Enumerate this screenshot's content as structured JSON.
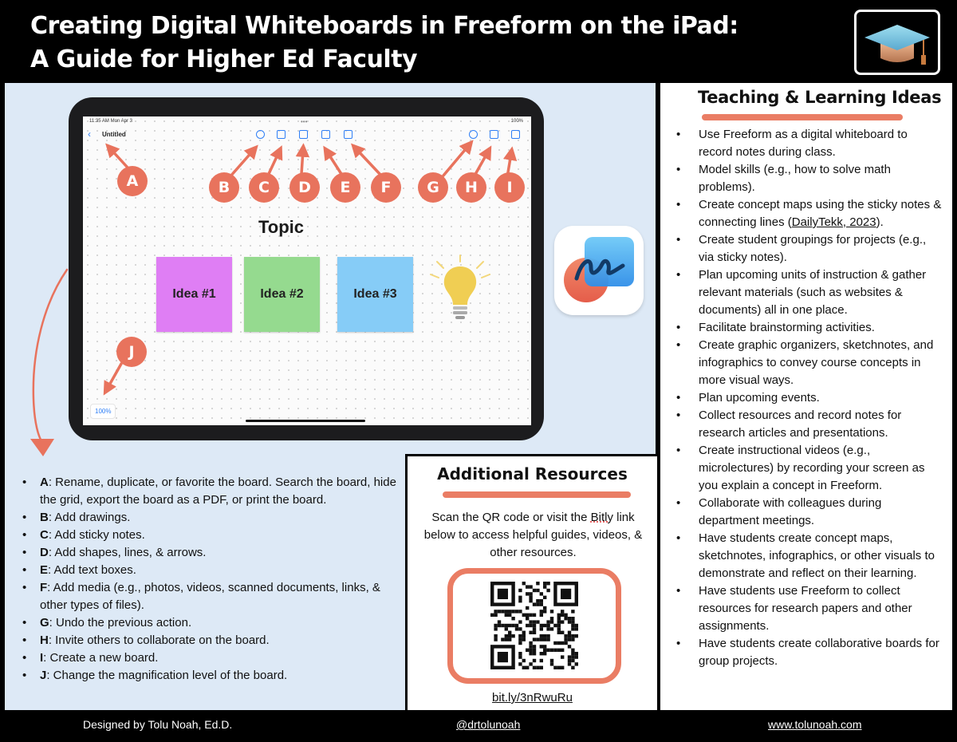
{
  "header": {
    "title_line1": "Creating Digital Whiteboards in Freeform on the iPad:",
    "title_line2": "A Guide for Higher Ed Faculty",
    "logo_icon": "graduation-cap-icon"
  },
  "ipad": {
    "status_time": "11:35 AM   Mon Apr 3",
    "status_right": "100%",
    "board_name": "Untitled",
    "topic": "Topic",
    "notes": [
      {
        "label": "Idea #1",
        "color": "#df7ef4"
      },
      {
        "label": "Idea #2",
        "color": "#95da8f"
      },
      {
        "label": "Idea #3",
        "color": "#86ccf7"
      }
    ],
    "zoom": "100%"
  },
  "badges": [
    "A",
    "B",
    "C",
    "D",
    "E",
    "F",
    "G",
    "H",
    "I",
    "J"
  ],
  "legend": [
    {
      "key": "A",
      "text": ": Rename, duplicate, or favorite the board. Search the board, hide the grid, export the board as a PDF, or print the board."
    },
    {
      "key": "B",
      "text": ": Add drawings."
    },
    {
      "key": "C",
      "text": ": Add sticky notes."
    },
    {
      "key": "D",
      "text": ": Add shapes, lines, & arrows."
    },
    {
      "key": "E",
      "text": ": Add text boxes."
    },
    {
      "key": "F",
      "text": ": Add media (e.g., photos, videos, scanned documents, links, & other types of files)."
    },
    {
      "key": "G",
      "text": ": Undo the previous action."
    },
    {
      "key": "H",
      "text": ": Invite others to collaborate on the board."
    },
    {
      "key": "I",
      "text": ": Create a new board."
    },
    {
      "key": "J",
      "text": ": Change the magnification level of the board."
    }
  ],
  "ideas": {
    "title": "Teaching & Learning Ideas",
    "items": [
      "Use Freeform as a digital whiteboard to record notes during class.",
      "Model skills (e.g., how to solve math problems).",
      "Create concept maps using the sticky notes & connecting lines (",
      "Create student groupings for projects (e.g., via sticky notes).",
      "Plan upcoming units of instruction & gather relevant materials (such as websites & documents) all in one place.",
      "Facilitate brainstorming activities.",
      "Create graphic organizers, sketchnotes, and infographics to convey course concepts in more visual ways.",
      "Plan upcoming events.",
      "Collect resources and record notes for research articles and presentations.",
      "Create instructional videos (e.g., microlectures) by recording your screen as you explain a concept in Freeform.",
      "Collaborate with colleagues during department meetings.",
      "Have students create concept maps, sketchnotes, infographics, or other visuals to demonstrate and reflect on their learning.",
      "Have students use Freeform to collect resources for research papers and other assignments.",
      "Have students create collaborative boards for group projects."
    ],
    "citation_link": "DailyTekk, 2023",
    "citation_tail": ")."
  },
  "resources": {
    "title": "Additional Resources",
    "text_before": "Scan the QR code or visit the ",
    "bitly_word": "Bitly",
    "text_after": " link below to access helpful guides, videos, & other resources.",
    "link": "bit.ly/3nRwuRu"
  },
  "footer": {
    "designer": "Designed by Tolu Noah, Ed.D.",
    "handle": "@drtolunoah",
    "website": "www.tolunoah.com"
  },
  "colors": {
    "accent": "#e8735d",
    "panel_blue": "#dde9f6",
    "ios_blue": "#2f7ff6"
  }
}
